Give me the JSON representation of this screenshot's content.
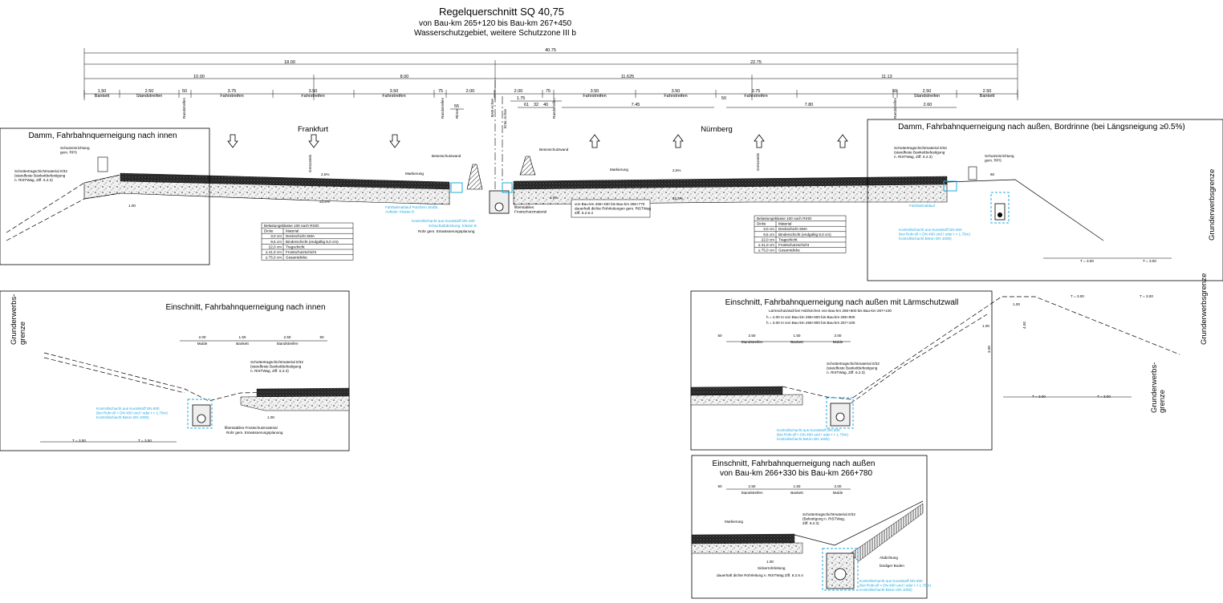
{
  "header": {
    "title": "Regelquerschnitt  SQ 40,75",
    "line1": "von Bau-km 265+120 bis Bau-km 267+450",
    "line2": "Wasserschutzgebiet, weitere Schutzzone III b"
  },
  "dims": {
    "total": "40.75",
    "left_half": "18.00",
    "right_half": "22.75",
    "l_outer": "10.00",
    "l_inner": "8.00",
    "r_inner": "11.625",
    "r_outer": "11.13",
    "seg_values": [
      "1.50",
      "2.50",
      "50",
      "3.75",
      "3.50",
      "3.50",
      "75",
      "2.00",
      "2.00",
      "75",
      "3.50",
      "3.50",
      "3.75",
      "50",
      "2.50",
      "2.50"
    ],
    "seg_labels": [
      "Bankett",
      "Standstreifen",
      "Fahrstreifen",
      "Fahrstreifen",
      "Fahrstreifen",
      "Fahrstreifen",
      "Fahrstreifen",
      "Fahrstreifen",
      "Standstreifen",
      "Bankett"
    ],
    "small": [
      "1.75",
      "61",
      "32",
      "40",
      "7.45",
      "7.80",
      "2.60",
      "55",
      "50"
    ]
  },
  "axis": {
    "baw_achse": "BAB Achse",
    "ertw_achse": "Ertw. Achse",
    "randstreifen": "Randstreifen",
    "rinne": "Rinne"
  },
  "main": {
    "frankfurt": "Frankfurt",
    "nuernberg": "Nürnberg",
    "betonschutzwand": "Betonschutzwand",
    "markierung": "Markierung",
    "rinne_label": "Fahrbahnablauf Putzform Stoßb.\nAufsatz: Klasse D",
    "kontroll": "Kontrollschacht aus Kunststoff DN 400",
    "schacht_abd": "Schachtabdeckung: Klasse B",
    "rohr": "Rohr gem. Entwässerungsplanung",
    "frost": "filterstabiles\nFrostschutzmaterial",
    "note": "von Bau-km 266+330 bis Bau-km 266+770\ndauerhaft dichte Rohrleitungen gem. RiSTWag\nZiff. 6.2.6.4",
    "slope_l": "2,5%",
    "slope_r": "2,5%",
    "slope_l2": "22,5%",
    "slope_r2": "22,5%",
    "w_100": "1.00",
    "grundstuck": "Grenzstein"
  },
  "table_left": {
    "title": "Belastungsklasse 100 nach RStO",
    "head": [
      "Dicke",
      "Material"
    ],
    "rows": [
      [
        "3,0 cm",
        "Deckschicht SMA"
      ],
      [
        "9,5 cm",
        "Binderschicht (endgültig 9,0 cm)"
      ],
      [
        "22,0 cm",
        "Tragschicht"
      ],
      [
        "≥ 41,0 cm",
        "Frostschutzschicht"
      ],
      [
        "≥ 75,0 cm",
        "Gesamtdicke"
      ]
    ]
  },
  "table_right": {
    "title": "Belastungsklasse 100 nach RStO",
    "head": [
      "Dicke",
      "Material"
    ],
    "rows": [
      [
        "3,0 cm",
        "Deckschicht SMA"
      ],
      [
        "9,5 cm",
        "Binderschicht (endgültig 9,0 cm)"
      ],
      [
        "22,0 cm",
        "Tragschicht"
      ],
      [
        "≥ 41,0 cm",
        "Frostschutzschicht"
      ],
      [
        "≥ 75,0 cm",
        "Gesamtdicke"
      ]
    ]
  },
  "panel_a": {
    "title": "Damm, Fahrbahnquerneigung nach innen",
    "schutz": "Schutzeinrichtung\ngem. RPS",
    "schotter": "Schottertragschichtmaterial 0/32\n(standfeste Bankettbefestigung\nn. RiSTWag, Ziff. 6.2.3)",
    "w": "1.00"
  },
  "panel_b": {
    "title": "Damm, Fahrbahnquerneigung nach außen, Bordrinne (bei Längsneigung ≥0.5%)",
    "schotter": "Schottertragschichtmaterial 0/32\n(standfeste Bankettbefestigung\nn. RiSTWag, Ziff. 6.2.3)",
    "schutz": "Schutzeinrichtung\ngem. RPS",
    "bordrinne": "Fahrbahnablauf",
    "kontroll": "Kontrollschacht aus Kunststoff DN 600\n(bei Rohr-Ø > DN 400 und / oder t > 1.75m)\nKontrollschacht Beton DN 1000)",
    "grund": "Grunderwerbsgrenze",
    "t1": "T = 3.00",
    "t2": "T = 3.00",
    "w": "60"
  },
  "panel_c": {
    "title": "Einschnitt, Fahrbahnquerneigung nach innen",
    "grund": "Grunderwerbs-\ngrenze",
    "dims": [
      "2.00",
      "1.50",
      "2.50",
      "50"
    ],
    "labels": [
      "Mulde",
      "Bankett",
      "Standstreifen"
    ],
    "schotter": "Schottertragschichtmaterial 0/32\n(standfeste Bankettbefestigung\nn. RiSTWag, Ziff. 6.2.3)",
    "kontroll": "Kontrollschacht aus Kunststoff DN 600\n(bei Rohr-Ø > DN 400 und / oder t > 1.75m)\nKontrollschacht Beton DN 1000)",
    "frost": "filterstabiles Frostschutzmaterial",
    "rohr": "Rohr gem. Entwässerungsplanung",
    "t1": "T = 3.00",
    "t2": "T = 3.00",
    "w": "1.00"
  },
  "panel_d": {
    "title": "Einschnitt, Fahrbahnquerneigung nach außen mit Lärmschutzwall",
    "sub1": "Lärmschutzwall bei Holzkirchen von Bau-km 266+600 bis Bau-km 267+100",
    "sub2": "h = 4.00 m von Bau-km 266+600 bis Bau-km 266+900",
    "sub3": "h = 3.00 m von Bau-km 266+900 bis Bau-km 267+100",
    "dims": [
      "50",
      "2.50",
      "1.50",
      "2.00"
    ],
    "labels": [
      "Standstreifen",
      "Bankett",
      "Mulde"
    ],
    "top_dims": [
      "1.00",
      "T = 3.00",
      "T = 3.00"
    ],
    "h1": "4.00",
    "h2": "3.00",
    "w": "1.00",
    "schotter": "Schottertragschichtmaterial 0/32\n(standfeste Bankettbefestigung\nn. RiSTWag, Ziff. 6.2.3)",
    "kontroll": "Kontrollschacht aus Kunststoff DN 600\n(bei Rohr-Ø > DN 400 und / oder t > 1.75m)\nKontrollschacht Beton DN 1000)",
    "grund": "Grunderwerbs-\ngrenze",
    "grund2": "Grunderwerbsgrenze",
    "t1": "T = 3.00",
    "t2": "T = 3.00"
  },
  "panel_e": {
    "title1": "Einschnitt, Fahrbahnquerneigung nach außen",
    "title2": "von Bau-km 266+330 bis Bau-km 266+780",
    "dims": [
      "50",
      "2.50",
      "1.50",
      "2.00"
    ],
    "labels": [
      "Standstreifen",
      "Bankett",
      "Mulde"
    ],
    "markierung": "Markierung",
    "schotter": "Schottertragschichtmaterial 0/32\n(Befestigung n. RiSTWag,\nZiff. 6.2.3)",
    "abdichtung": "Abdichtung",
    "boden": "bindiger Boden",
    "sicker": "Sickerrohrleitung",
    "dicht": "dauerhaft dichte Rohrleitung n. RiSTWag Ziff. 6.2.6.4",
    "kontroll": "Kontrollschacht aus Kunststoff DN 600\n(bei Rohr-Ø > DN 400 und / oder t > 1.75m)\nKontrollschacht Beton DN 1000)",
    "w": "1.00"
  }
}
